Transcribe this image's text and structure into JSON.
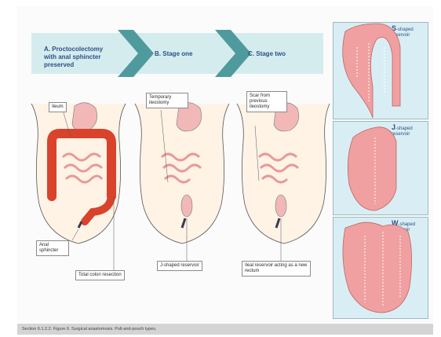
{
  "steps": [
    {
      "letter": "A.",
      "title": "Proctocolectomy with anal sphincter preserved"
    },
    {
      "letter": "B.",
      "title": "Stage one"
    },
    {
      "letter": "C.",
      "title": "Stage two"
    }
  ],
  "labels": {
    "ileum": "Ileum",
    "anal_sphincter": "Anal sphincter",
    "total_colon_resection": "Total colon resection",
    "temporary_ileostomy": "Temporary ileostomy",
    "j_reservoir": "J-shaped reservoir",
    "scar": "Scar from previous ileostomy",
    "ileal_reservoir": "Ileal reservoir acting as a new rectum"
  },
  "panels": [
    {
      "letter": "S",
      "text": "-shaped reservoir"
    },
    {
      "letter": "J",
      "text": "-shaped reservoir"
    },
    {
      "letter": "W",
      "text": "-shaped reservoir"
    }
  ],
  "caption": "Section 6.1.2.2. Figure 6. Surgical anastomosis. Pull-and-pouch types."
}
